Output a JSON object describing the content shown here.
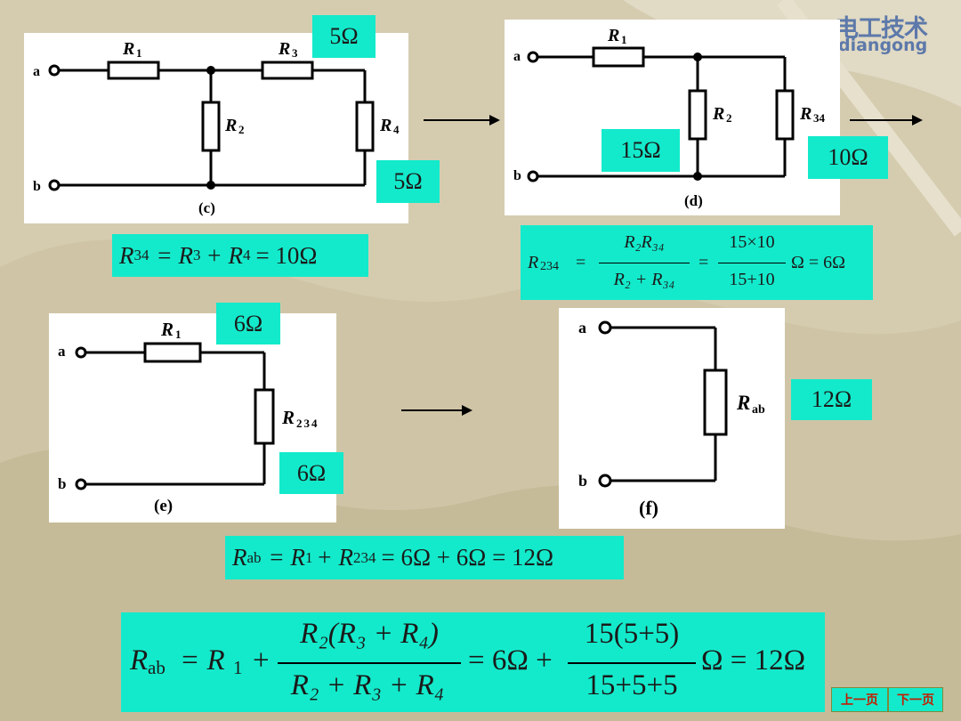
{
  "logo": {
    "chinese": "电工技术",
    "english": "diangong"
  },
  "panel_c": {
    "r1": "R",
    "r1_sub": "1",
    "r2": "R",
    "r2_sub": "2",
    "r3": "R",
    "r3_sub": "3",
    "r4": "R",
    "r4_sub": "4",
    "a": "a",
    "b": "b",
    "caption": "(c)"
  },
  "panel_d": {
    "r1": "R",
    "r1_sub": "1",
    "r2": "R",
    "r2_sub": "2",
    "r34": "R",
    "r34_sub": "34",
    "a": "a",
    "b": "b",
    "caption": "(d)"
  },
  "panel_e": {
    "r1": "R",
    "r1_sub": "1",
    "r234": "R",
    "r234_sub": "234",
    "a": "a",
    "b": "b",
    "caption": "(e)"
  },
  "panel_f": {
    "rab": "R",
    "rab_sub": "ab",
    "a": "a",
    "b": "b",
    "caption": "(f)"
  },
  "values": {
    "r3_val": "5Ω",
    "r4_val": "5Ω",
    "r2_val": "15Ω",
    "r34_val": "10Ω",
    "r1_val": "6Ω",
    "r234_val": "6Ω",
    "rab_val": "12Ω"
  },
  "equations": {
    "eq1": {
      "lhs": "R",
      "lhs_sub": "34",
      "rhs": "= R",
      "t1_sub": "3",
      "plus": "+ R",
      "t2_sub": "4",
      "result": "= 10Ω"
    },
    "eq2": {
      "lhs": "R",
      "lhs_sub": "234",
      "eq": "=",
      "num": "R₂R₃₄",
      "den": "R₂ + R₃₄",
      "eq2": "=",
      "num2": "15×10",
      "den2": "15+10",
      "result": "Ω = 6Ω"
    },
    "eq3": {
      "lhs": "R",
      "lhs_sub": "ab",
      "t1": "= R",
      "t1_sub": "1",
      "t2": "+ R",
      "t2_sub": "234",
      "result": "= 6Ω + 6Ω = 12Ω"
    },
    "eq4": {
      "lhs": "R",
      "lhs_sub": "ab",
      "t1": "= R",
      "t1_sub": "1",
      "plus": "+",
      "num": "R₂(R₃ + R₄)",
      "den": "R₂ + R₃ + R₄",
      "mid": "= 6Ω +",
      "num2": "15(5+5)",
      "den2": "15+5+5",
      "result": "Ω = 12Ω"
    }
  },
  "nav": {
    "prev": "上一页",
    "next": "下一页"
  }
}
